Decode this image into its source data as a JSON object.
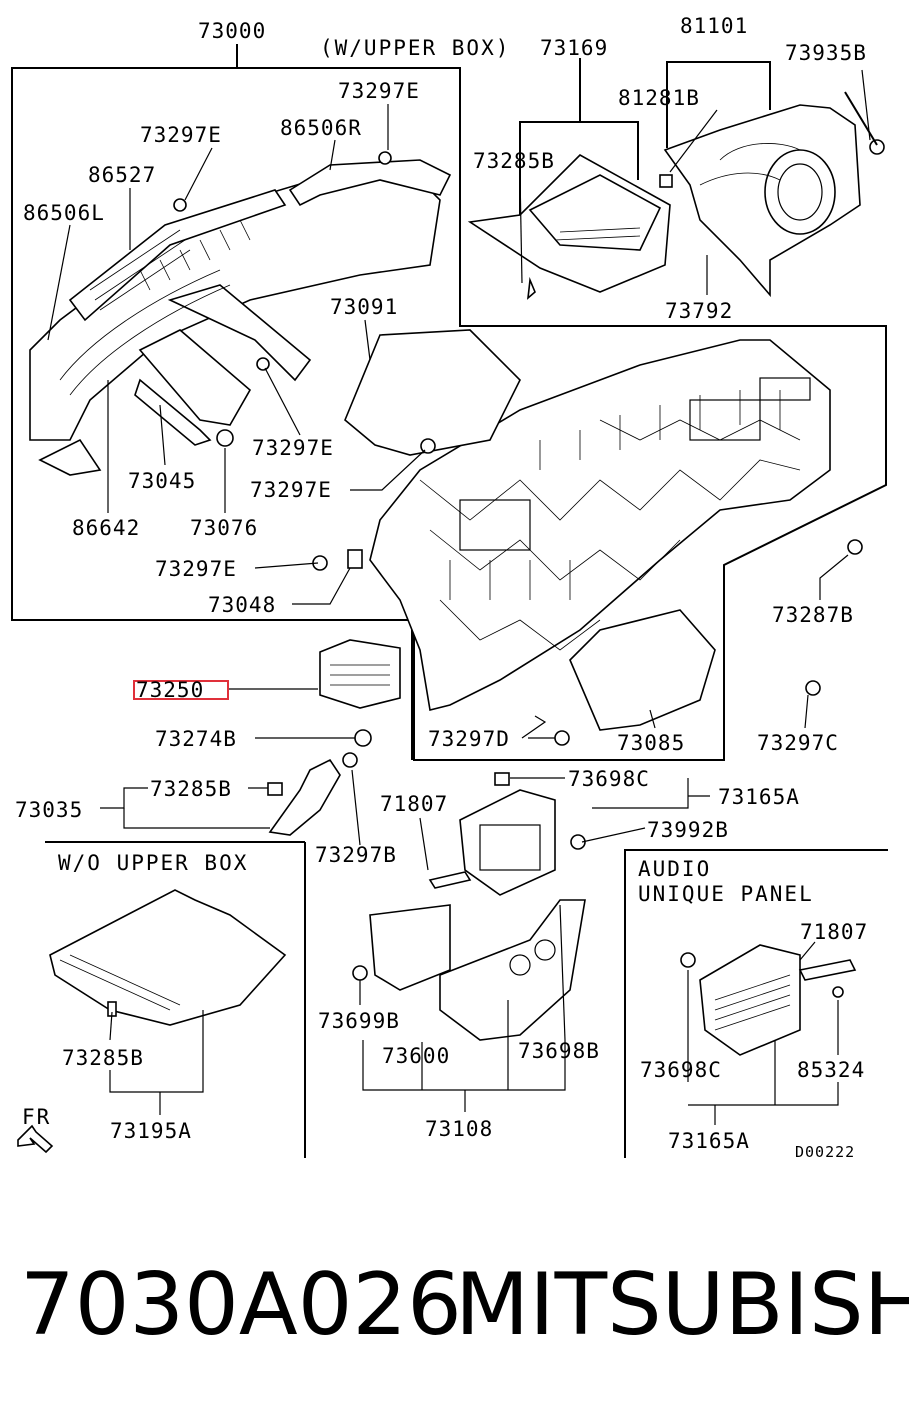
{
  "colors": {
    "ink": "#000000",
    "highlight": "#e0303a",
    "background": "#ffffff"
  },
  "labels": {
    "p73000": "73000",
    "upper_box": "(W/UPPER BOX)",
    "p73169": "73169",
    "p81101": "81101",
    "p73935B": "73935B",
    "p81281B": "81281B",
    "p73297E_1": "73297E",
    "p86506R": "86506R",
    "p73297E_2": "73297E",
    "p86527": "86527",
    "p86506L": "86506L",
    "p73285B_1": "73285B",
    "p73091": "73091",
    "p73792": "73792",
    "p73297E_3": "73297E",
    "p73297E_4": "73297E",
    "p73045": "73045",
    "p86642": "86642",
    "p73076": "73076",
    "p73297E_5": "73297E",
    "p73048": "73048",
    "p73287B": "73287B",
    "p73250": "73250",
    "p73274B": "73274B",
    "p73297D": "73297D",
    "p73085": "73085",
    "p73297C": "73297C",
    "p73698C_1": "73698C",
    "p73165A_1": "73165A",
    "p73035": "73035",
    "p73285B_2": "73285B",
    "p71807_1": "71807",
    "p73992B": "73992B",
    "p73297B": "73297B",
    "wo_upper_box": "W/O UPPER BOX",
    "audio_unique_panel_1": "AUDIO",
    "audio_unique_panel_2": "UNIQUE PANEL",
    "p71807_2": "71807",
    "p73699B": "73699B",
    "p73285B_3": "73285B",
    "p73600": "73600",
    "p73698B": "73698B",
    "p73698C_2": "73698C",
    "p85324": "85324",
    "p73195A": "73195A",
    "p73108": "73108",
    "p73165A_2": "73165A",
    "fr": "FR",
    "diagram_code": "D00222"
  },
  "footer": {
    "part_number": "7030A026",
    "brand": "MITSUBISHI"
  }
}
